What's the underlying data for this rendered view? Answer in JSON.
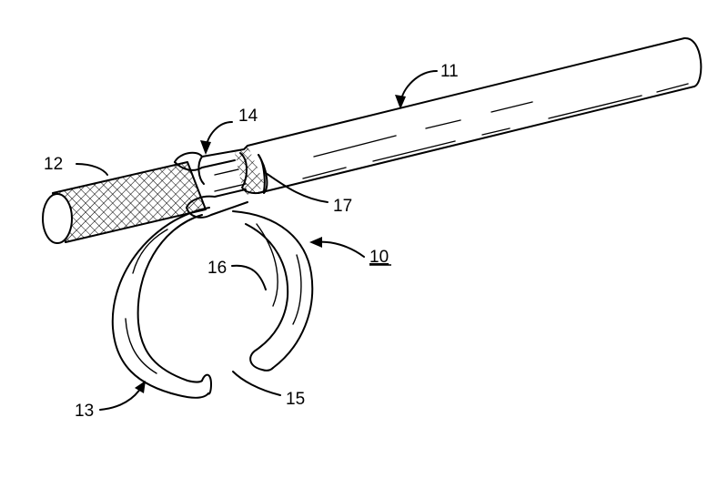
{
  "figure": {
    "labels": {
      "device": "10",
      "rod": "11",
      "grip": "12",
      "ring": "13",
      "clip": "14",
      "gap": "15",
      "inner_face": "16",
      "clip_slot": "17"
    },
    "colors": {
      "ink": "#000000",
      "paper": "#ffffff"
    }
  }
}
